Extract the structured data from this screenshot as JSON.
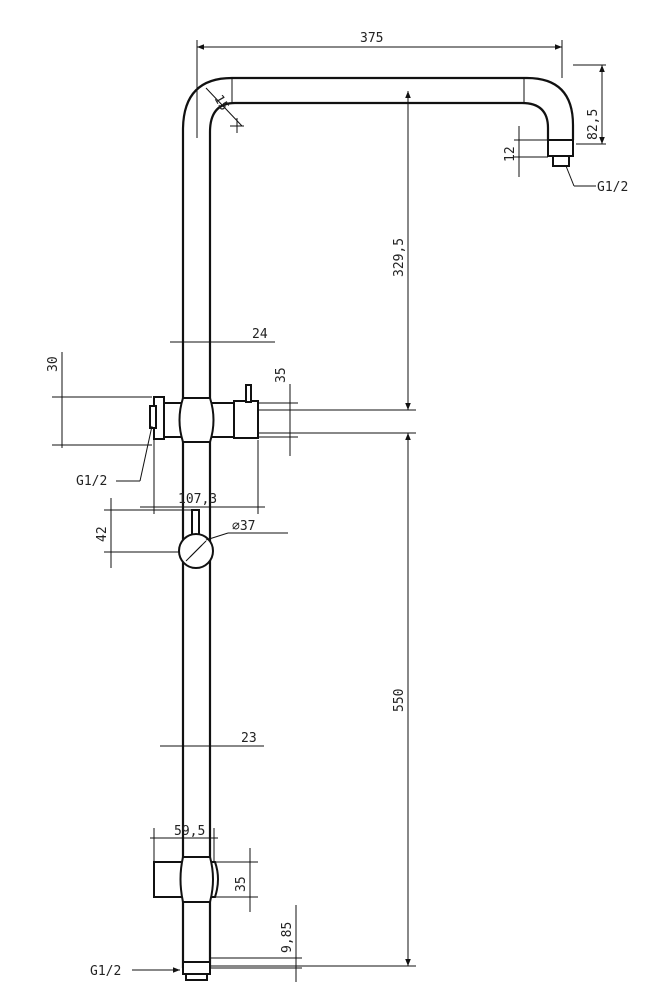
{
  "dimensions": {
    "top_width": "375",
    "angle": "15",
    "arm_drop": "82,5",
    "outlet_height": "12",
    "outlet_thread": "G1/2",
    "upper_height": "329,5",
    "tube_width_upper": "24",
    "diverter_height": "35",
    "diverter_offset": "30",
    "diverter_thread": "G1/2",
    "diverter_depth": "107,3",
    "knob_offset": "42",
    "knob_diameter": "∅37",
    "lower_height": "550",
    "tube_width_lower": "23",
    "slider_width": "59,5",
    "slider_height": "35",
    "bottom_offset": "9,85",
    "inlet_thread": "G1/2"
  }
}
